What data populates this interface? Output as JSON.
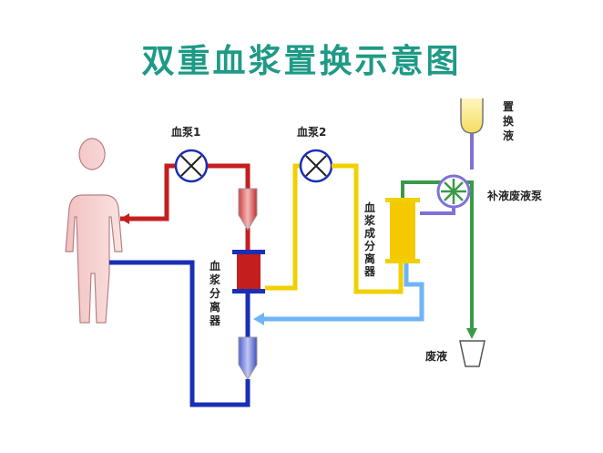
{
  "title": "双重血浆置换示意图",
  "labels": {
    "pump1": "血泵1",
    "pump2": "血泵2",
    "replacement_fluid": [
      "置",
      "换",
      "液"
    ],
    "fluid_pump": "补液废液泵",
    "plasma_separator": [
      "血",
      "浆",
      "分",
      "离",
      "器"
    ],
    "plasma_component_separator": [
      "血",
      "浆",
      "成",
      "分",
      "离",
      "器"
    ],
    "waste": "废液"
  },
  "colors": {
    "title": "#1e9a86",
    "blood_line": "#c41e1e",
    "return_line": "#1a2fb5",
    "plasma_line": "#f0d000",
    "waste_line": "#3a9a48",
    "fresh_line": "#6fb5f5",
    "replacement_line": "#8070d8",
    "separator_red": "#c41e1e",
    "separator_yellow": "#f5c800"
  }
}
